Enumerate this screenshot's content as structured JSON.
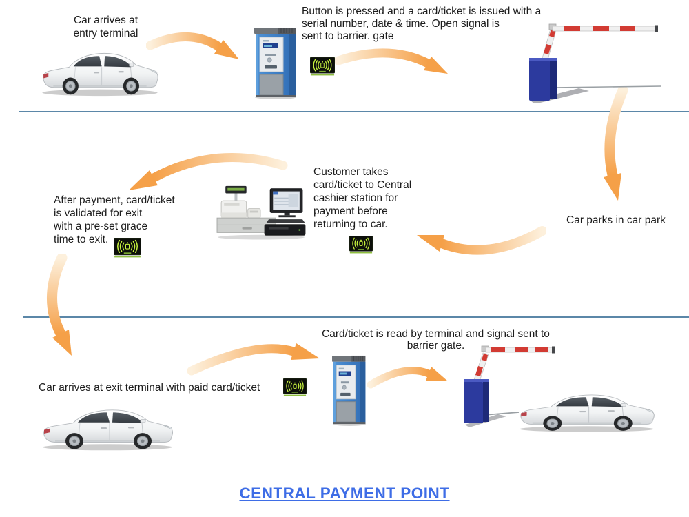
{
  "diagram": {
    "title": "CENTRAL PAYMENT POINT",
    "labels": {
      "entry": "Car arrives at\nentry terminal",
      "issue": "Button is pressed and a card/ticket is issued with a\nserial number, date & time. Open signal  is\nsent to barrier. gate",
      "park": "Car parks in car park",
      "cashier": "Customer  takes\ncard/ticket to Central\ncashier station for\npayment before\nreturning to car.",
      "validate": "After payment, card/ticket\nis validated for exit\nwith a pre-set grace\ntime to exit.",
      "exit_arrive": "Car arrives at exit terminal with paid  card/ticket",
      "exit_read": "Card/ticket is read by terminal and signal sent to\nbarrier gate."
    },
    "icons": {
      "rfid": "rfid-contactless-reader"
    },
    "colors": {
      "arrow_head": "#f5a048",
      "arrow_tail": "#fdf0dc",
      "divider": "#5b87a8",
      "title_blue": "#3e6de6",
      "barrier_blue": "#2c3a9e",
      "kiosk_blue": "#3f82ce",
      "rfid_green": "#c9f53f"
    }
  }
}
